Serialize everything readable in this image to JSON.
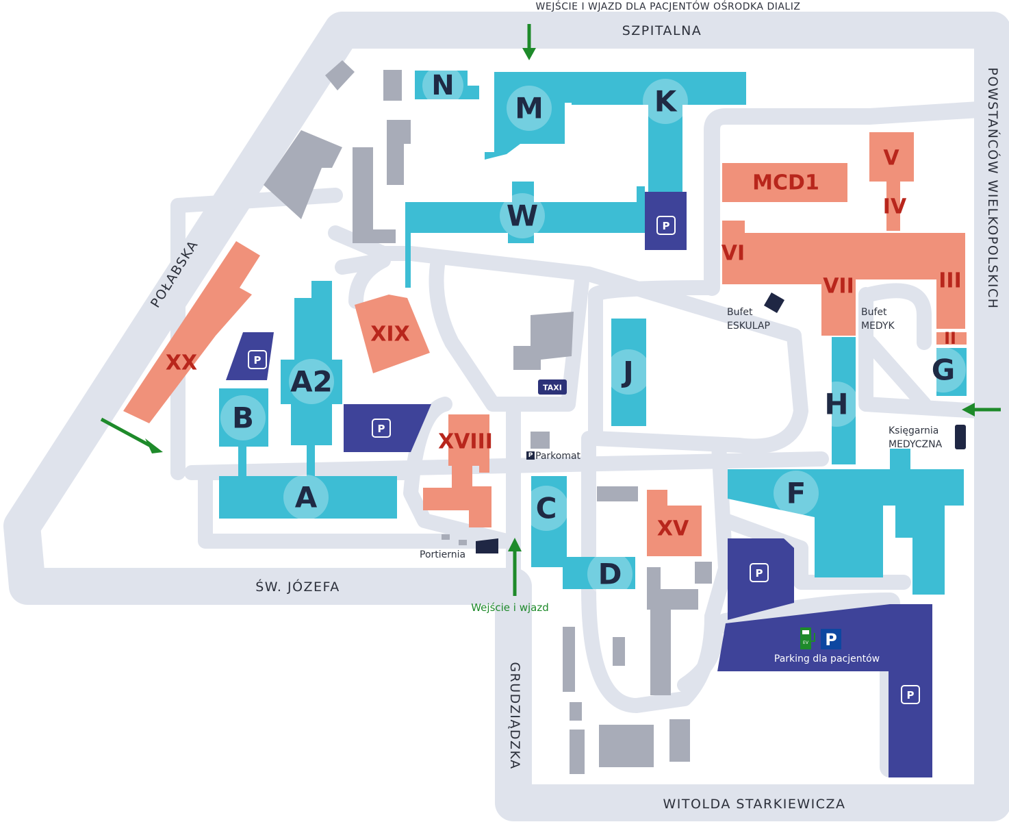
{
  "map_title_entrance_top": "WEJŚCIE I WJAZD DLA PACJENTÓW OŚRODKA DIALIZ",
  "streets": {
    "szpitalna": "SZPITALNA",
    "powstancow": "POWSTAŃCÓW WIELKOPOLSKICH",
    "polabska": "POŁABSKA",
    "sw_jozefa": "ŚW. JÓZEFA",
    "grudziadzka": "GRUDZIĄDZKA",
    "starkiewicza": "WITOLDA STARKIEWICZA"
  },
  "buildings_teal": {
    "N": "N",
    "M": "M",
    "K": "K",
    "W": "W",
    "A2": "A2",
    "B": "B",
    "A": "A",
    "J": "J",
    "C": "C",
    "D": "D",
    "H": "H",
    "G": "G",
    "F": "F"
  },
  "buildings_salmon": {
    "XX": "XX",
    "XIX": "XIX",
    "XVIII": "XVIII",
    "XV": "XV",
    "MCD1": "MCD1",
    "V": "V",
    "IV": "IV",
    "VI": "VI",
    "VII": "VII",
    "III": "III",
    "II": "II"
  },
  "parking_symbol": "P",
  "taxi": "TAXI",
  "pois": {
    "bufet_eskulap_1": "Bufet",
    "bufet_eskulap_2": "ESKULAP",
    "bufet_medyk_1": "Bufet",
    "bufet_medyk_2": "MEDYK",
    "ksiegarnia_1": "Księgarnia",
    "ksiegarnia_2": "MEDYCZNA",
    "parkomat": "Parkomat",
    "portiernia": "Portiernia",
    "entrance_main": "Wejście i wjazd",
    "patient_parking": "Parking dla pacjentów",
    "ev": "EV"
  },
  "colors": {
    "clinical_building": "#3dbdd4",
    "other_building": "#f0917a",
    "parking": "#3e4399",
    "road": "#dfe3ec",
    "entrance_arrow": "#1e8a2a"
  }
}
